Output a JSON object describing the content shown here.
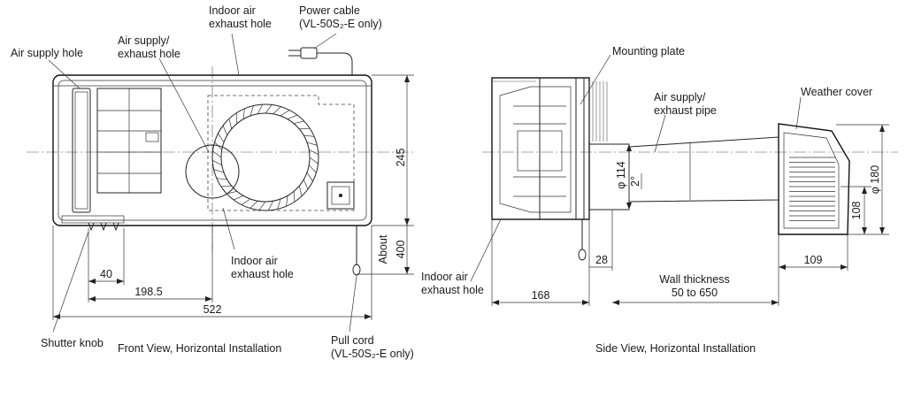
{
  "front_view": {
    "caption": "Front View, Horizontal Installation",
    "labels": {
      "air_supply_hole": "Air supply hole",
      "air_supply_exhaust_hole_1": "Air supply/",
      "air_supply_exhaust_hole_2": "exhaust hole",
      "indoor_exhaust_top_1": "Indoor air",
      "indoor_exhaust_top_2": "exhaust hole",
      "power_cable_1": "Power cable",
      "power_cable_2": "(VL-50S₂-E only)",
      "indoor_exhaust_bottom_1": "Indoor air",
      "indoor_exhaust_bottom_2": "exhaust hole",
      "shutter_knob": "Shutter knob",
      "pull_cord_1": "Pull cord",
      "pull_cord_2": "(VL-50S₂-E only)"
    },
    "dimensions": {
      "height": "245",
      "cord_about": "About",
      "cord_length": "400",
      "d40": "40",
      "d198": "198.5",
      "d522": "522"
    }
  },
  "side_view": {
    "caption": "Side View, Horizontal Installation",
    "labels": {
      "mounting_plate": "Mounting plate",
      "pipe_1": "Air supply/",
      "pipe_2": "exhaust pipe",
      "weather_cover": "Weather cover",
      "indoor_exhaust_1": "Indoor air",
      "indoor_exhaust_2": "exhaust hole",
      "wall_thickness_1": "Wall thickness",
      "wall_thickness_2": "50 to 650"
    },
    "dimensions": {
      "phi114": "φ 114",
      "angle2": "2°",
      "phi180": "φ 180",
      "d108": "108",
      "d168": "168",
      "d28": "28",
      "d109": "109"
    }
  }
}
